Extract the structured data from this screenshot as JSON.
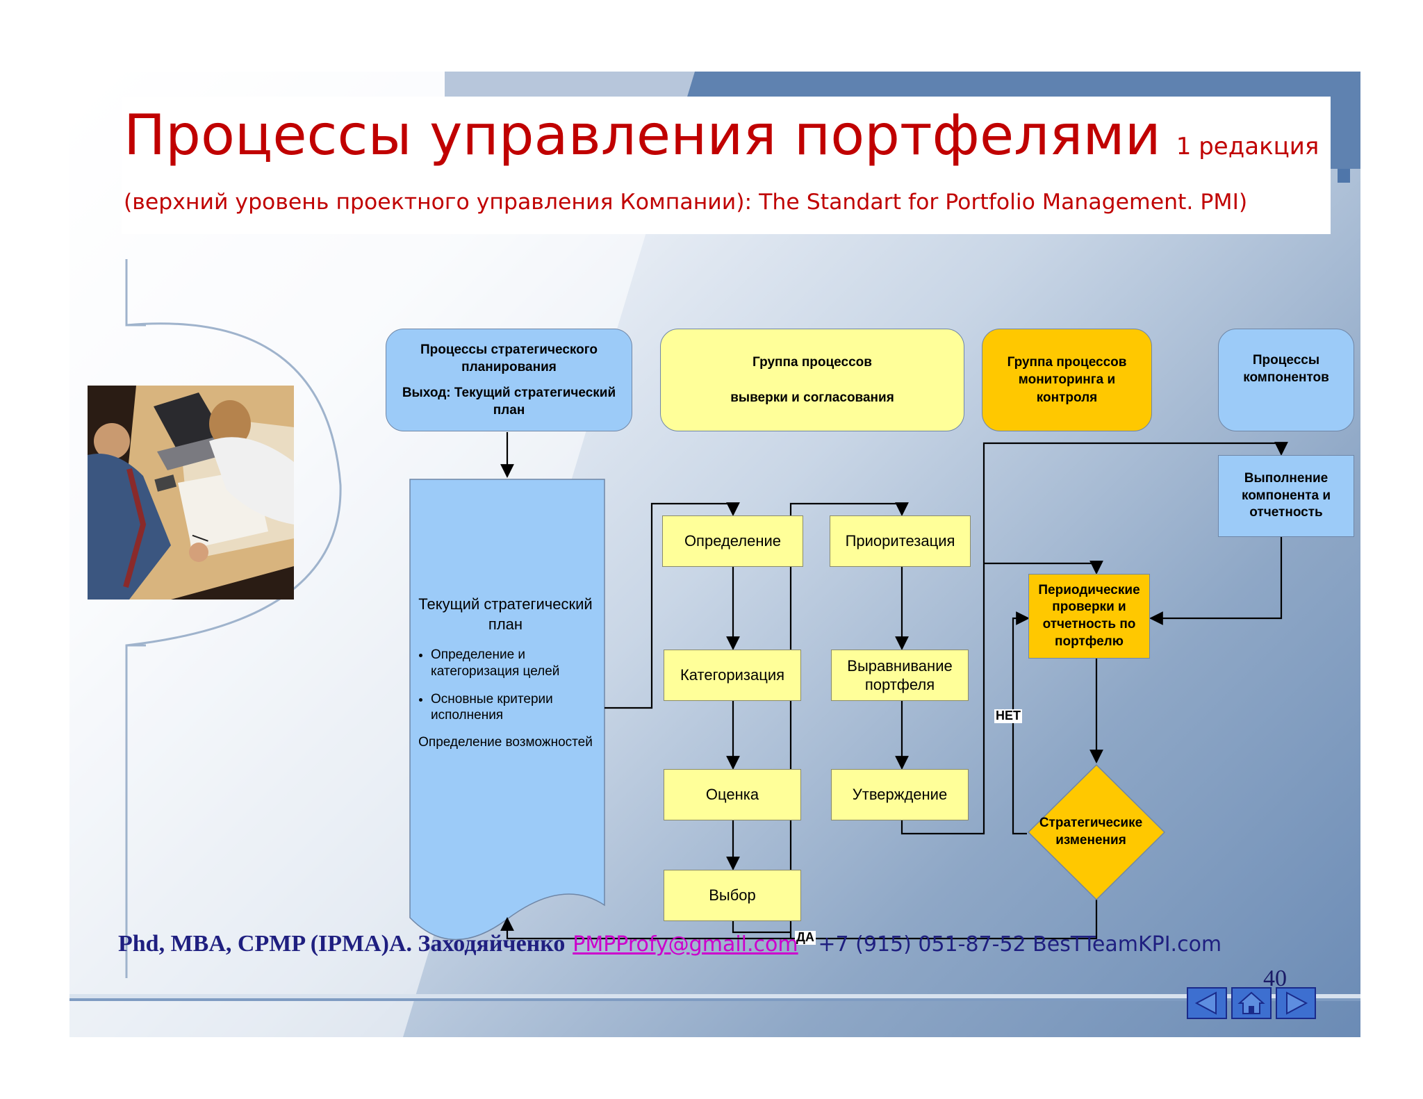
{
  "title": {
    "main": "Процессы управления портфелями",
    "edition": "1 редакция",
    "subtitle": "(верхний уровень проектного управления Компании): The Standart for Portfolio Management.  PMI)"
  },
  "groups": {
    "strategic": {
      "line1": "Процессы стратегического планирования",
      "line2": "Выход: Текущий стратегический план"
    },
    "alignment": {
      "line1": "Группа процессов",
      "line2": "выверки и согласования"
    },
    "monitoring": {
      "text": "Группа процессов мониторинга и контроля"
    },
    "components": {
      "text": "Процессы компонентов"
    }
  },
  "strategic_plan": {
    "title": "Текущий стратегический план",
    "bullets": [
      "Определение и категоризация целей",
      "Основные критерии исполнения"
    ],
    "footer": "Определение возможностей"
  },
  "steps": {
    "definition": "Определение",
    "categorization": "Категоризация",
    "evaluation": "Оценка",
    "selection": "Выбор",
    "prioritization": "Приоритезация",
    "balancing": "Выравнивание портфеля",
    "approval": "Утверждение",
    "component_exec": "Выполнение компонента и отчетность",
    "periodic_review": "Периодические проверки и отчетность по портфелю",
    "strategic_changes": "Стратегичесике изменения"
  },
  "labels": {
    "yes": "ДА",
    "no": "НЕТ"
  },
  "footer": {
    "page_number": "40",
    "author": "Phd, MBA, CPMP (IPMA)А. Заходяйченко",
    "email": "PMPProfy@gmail.com",
    "phone": "+7 (915) 051-87-52 BesTTeamKPI.com"
  },
  "nav": [
    "prev-icon",
    "home-icon",
    "next-icon"
  ],
  "colors": {
    "title_red": "#c00000",
    "blue_box": "#9ccbf8",
    "yellow_box": "#ffff99",
    "gold_box": "#ffc800",
    "footer_navy": "#1f1f80"
  }
}
